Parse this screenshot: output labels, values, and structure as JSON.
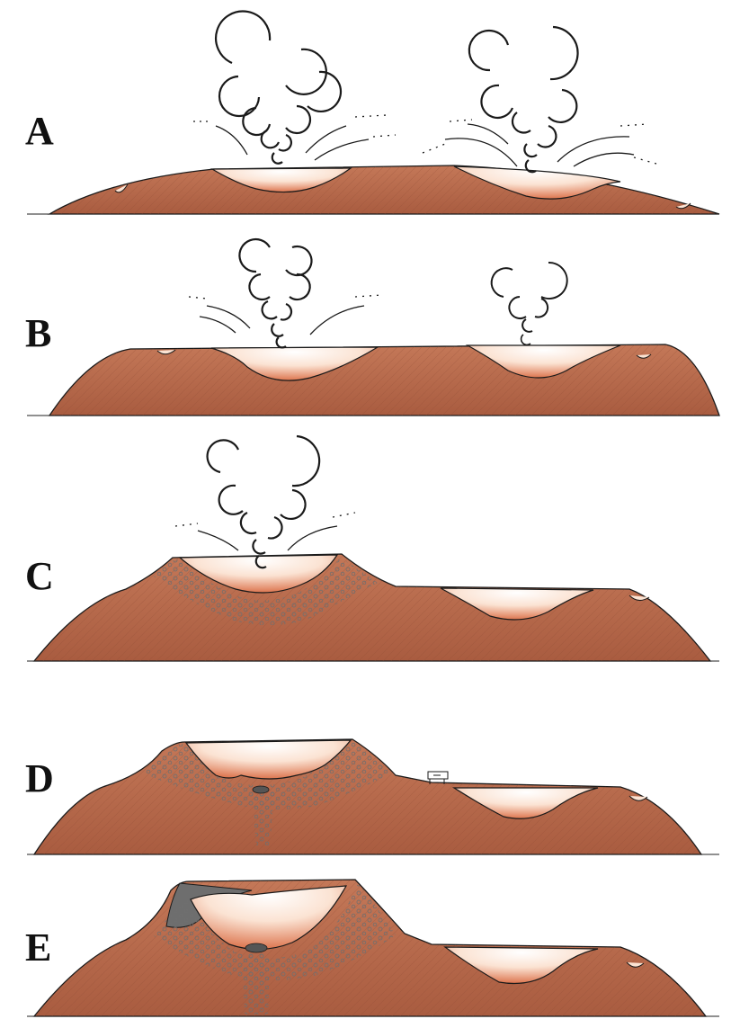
{
  "panels": [
    {
      "label": "A"
    },
    {
      "label": "B"
    },
    {
      "label": "C"
    },
    {
      "label": "D"
    },
    {
      "label": "E"
    }
  ],
  "colors": {
    "terrain": "#b8684a",
    "terrain_dark": "#8f4a33",
    "crater_rim": "#c9441f",
    "crater_inner": "#fbe7da",
    "tephra": "#7f7f7f",
    "outline": "#1a1a1a"
  }
}
